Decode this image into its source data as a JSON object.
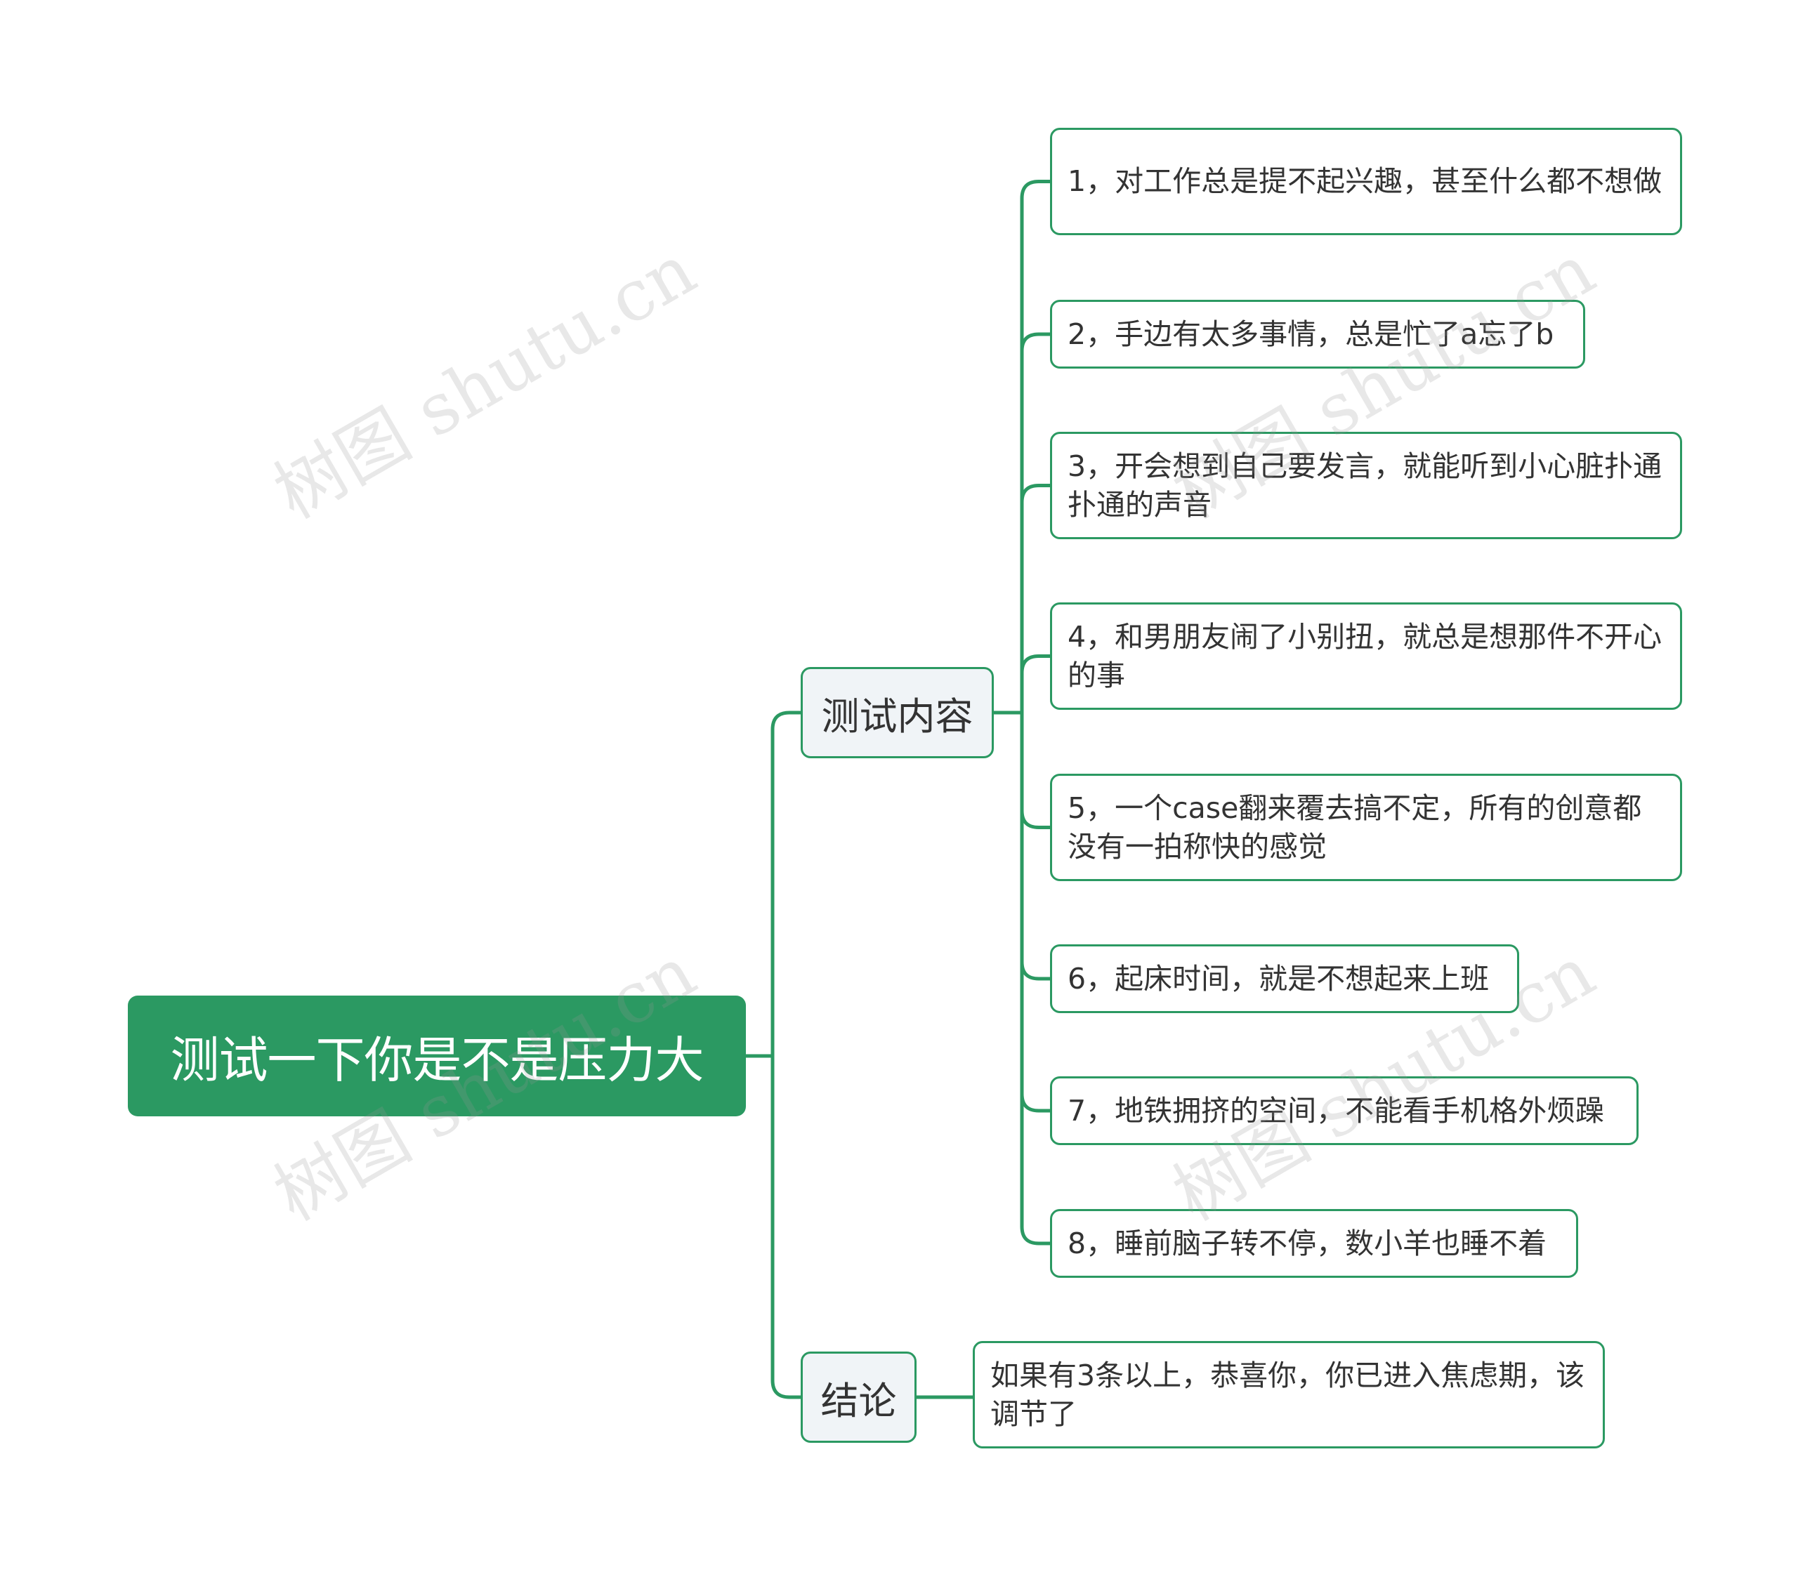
{
  "root": {
    "label": "测试一下你是不是压力大"
  },
  "branches": [
    {
      "label": "测试内容",
      "children": [
        "1，对工作总是提不起兴趣，甚至什么都不想做",
        "2，手边有太多事情，总是忙了a忘了b",
        "3，开会想到自己要发言，就能听到小心脏扑通扑通的声音",
        "4，和男朋友闹了小别扭，就总是想那件不开心的事",
        "5，一个case翻来覆去搞不定，所有的创意都没有一拍称快的感觉",
        "6，起床时间，就是不想起来上班",
        "7，地铁拥挤的空间，不能看手机格外烦躁",
        "8，睡前脑子转不停，数小羊也睡不着"
      ]
    },
    {
      "label": "结论",
      "children": [
        "如果有3条以上，恭喜你，你已进入焦虑期，该调节了"
      ]
    }
  ],
  "watermark": "树图 shutu.cn",
  "colors": {
    "accent": "#2b9962",
    "branch_bg": "#f0f4f7",
    "text": "#333333"
  }
}
